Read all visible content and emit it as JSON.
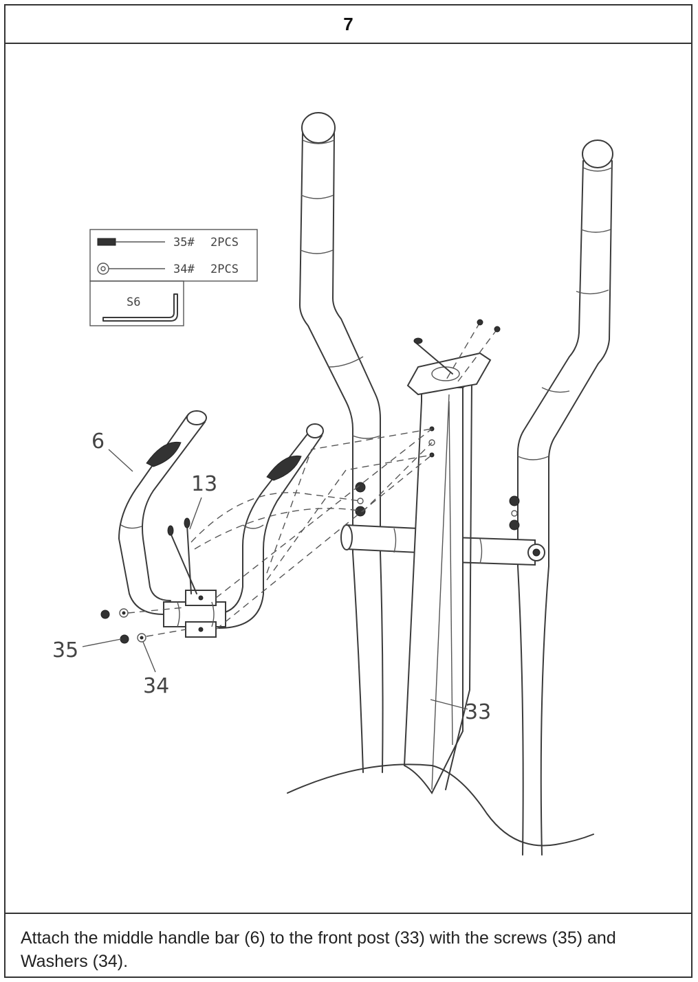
{
  "step": {
    "number": "7"
  },
  "kit": {
    "screw": {
      "part": "35#",
      "qty": "2PCS"
    },
    "washer": {
      "part": "34#",
      "qty": "2PCS"
    },
    "tool": {
      "label": "S6"
    }
  },
  "labels": {
    "handle_bar": "6",
    "sensor_wire": "13",
    "screw": "35",
    "washer": "34",
    "front_post": "33"
  },
  "caption": "Attach the middle handle bar (6) to the front post (33) with the screws (35) and Washers (34)."
}
